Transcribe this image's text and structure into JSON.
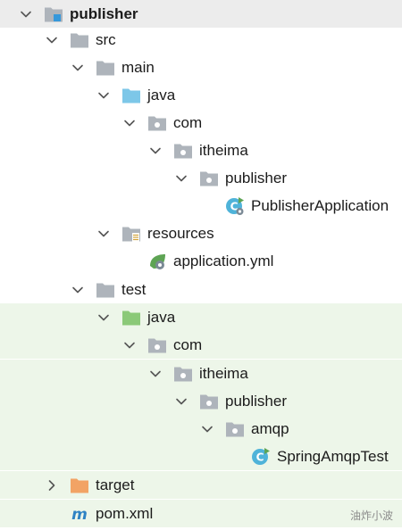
{
  "tree": [
    {
      "label": "publisher",
      "depth": 0,
      "icon": "module-folder-icon",
      "expand": "expanded",
      "bold": true,
      "bg": "selected"
    },
    {
      "label": "src",
      "depth": 1,
      "icon": "folder-icon",
      "expand": "expanded"
    },
    {
      "label": "main",
      "depth": 2,
      "icon": "folder-icon",
      "expand": "expanded"
    },
    {
      "label": "java",
      "depth": 3,
      "icon": "source-root-folder-icon",
      "expand": "expanded"
    },
    {
      "label": "com",
      "depth": 4,
      "icon": "package-folder-icon",
      "expand": "expanded"
    },
    {
      "label": "itheima",
      "depth": 5,
      "icon": "package-folder-icon",
      "expand": "expanded"
    },
    {
      "label": "publisher",
      "depth": 6,
      "icon": "package-folder-icon",
      "expand": "expanded"
    },
    {
      "label": "PublisherApplication",
      "depth": 7,
      "icon": "spring-boot-class-icon",
      "expand": "none"
    },
    {
      "label": "resources",
      "depth": 3,
      "icon": "resources-folder-icon",
      "expand": "expanded"
    },
    {
      "label": "application.yml",
      "depth": 4,
      "icon": "spring-config-file-icon",
      "expand": "none"
    },
    {
      "label": "test",
      "depth": 2,
      "icon": "folder-icon",
      "expand": "expanded"
    },
    {
      "label": "java",
      "depth": 3,
      "icon": "test-root-folder-icon",
      "expand": "expanded",
      "bg": "test"
    },
    {
      "label": "com",
      "depth": 4,
      "icon": "package-folder-icon",
      "expand": "expanded",
      "bg": "test"
    },
    {
      "label": "itheima",
      "depth": 5,
      "icon": "package-folder-icon",
      "expand": "expanded",
      "bg": "test"
    },
    {
      "label": "publisher",
      "depth": 6,
      "icon": "package-folder-icon",
      "expand": "expanded",
      "bg": "test"
    },
    {
      "label": "amqp",
      "depth": 7,
      "icon": "package-folder-icon",
      "expand": "expanded",
      "bg": "test"
    },
    {
      "label": "SpringAmqpTest",
      "depth": 8,
      "icon": "test-class-icon",
      "expand": "none",
      "bg": "test"
    },
    {
      "label": "target",
      "depth": 1,
      "icon": "excluded-folder-icon",
      "expand": "collapsed",
      "bg": "test"
    },
    {
      "label": "pom.xml",
      "depth": 1,
      "icon": "maven-file-icon",
      "expand": "none",
      "bg": "test"
    }
  ],
  "watermark": "油炸小波",
  "colors": {
    "folder": "#aeb4bb",
    "source_root": "#7dc7e8",
    "test_root": "#8bc978",
    "excluded": "#f2a365",
    "module_accent": "#3598db",
    "class_circle": "#4fb3d9",
    "spring_green": "#5ea454",
    "maven": "#2f83c4",
    "selected_bg": "#ececec",
    "test_bg": "#edf6e9"
  }
}
